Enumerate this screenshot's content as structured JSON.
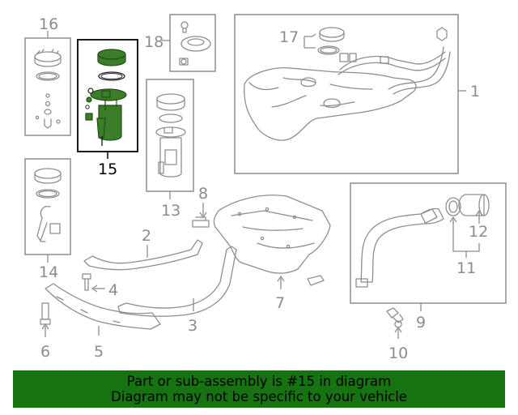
{
  "callouts": {
    "c1": "1",
    "c2": "2",
    "c3": "3",
    "c4": "4",
    "c5": "5",
    "c6": "6",
    "c7": "7",
    "c8": "8",
    "c9": "9",
    "c10": "10",
    "c11": "11",
    "c12": "12",
    "c13": "13",
    "c14": "14",
    "c15": "15",
    "c16": "16",
    "c17": "17",
    "c18": "18"
  },
  "highlighted_part": "15",
  "banner": {
    "line1": "Part or sub-assembly is #15 in diagram",
    "line2": "Diagram may not be specific to your vehicle"
  },
  "colors": {
    "banner_background": "#177212",
    "highlight_part": "#3c7d2a",
    "line_art": "#8e8e8e"
  }
}
